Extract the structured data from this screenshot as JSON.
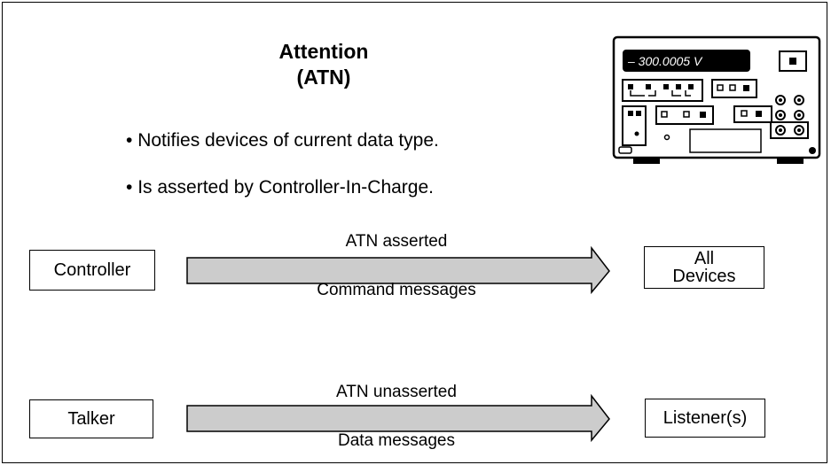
{
  "title": {
    "line1": "Attention",
    "line2": "(ATN)"
  },
  "bullets": [
    "Notifies devices of current data type.",
    "Is asserted by Controller-In-Charge."
  ],
  "instrument": {
    "display_text": "– 300.0005   V"
  },
  "flows": [
    {
      "source": "Controller",
      "target_line1": "All",
      "target_line2": "Devices",
      "label_top": "ATN asserted",
      "label_bottom": "Command messages"
    },
    {
      "source": "Talker",
      "target": "Listener(s)",
      "label_top": "ATN unasserted",
      "label_bottom": "Data messages"
    }
  ],
  "colors": {
    "arrow_fill": "#cccccc",
    "outline": "#000000",
    "display_bg": "#000000"
  }
}
